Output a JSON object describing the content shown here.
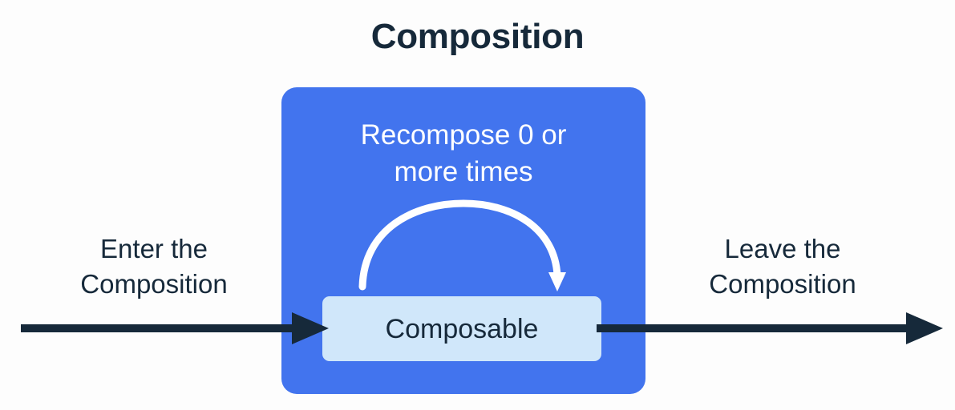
{
  "title": "Composition",
  "composition_box": {
    "caption_line1": "Recompose 0 or",
    "caption_line2": "more times",
    "caption_full": "Recompose 0 or more times",
    "fill_color": "#4274ee"
  },
  "composable_box": {
    "label": "Composable",
    "fill_color": "#d0e7fa",
    "text_color": "#16293a"
  },
  "recompose_arrow": {
    "icon": "curved-loop-arrow-icon",
    "color": "#ffffff",
    "direction": "left-to-right-arc-down"
  },
  "enter_flow": {
    "caption_line1": "Enter the",
    "caption_line2": "Composition",
    "caption_full": "Enter the Composition",
    "arrow_icon": "right-arrow-icon"
  },
  "leave_flow": {
    "caption_line1": "Leave the",
    "caption_line2": "Composition",
    "caption_full": "Leave the Composition",
    "arrow_icon": "right-arrow-icon"
  },
  "colors": {
    "background": "#fdfdfd",
    "accent_blue": "#4274ee",
    "light_blue": "#d0e7fa",
    "dark_navy": "#16293a",
    "white": "#ffffff"
  }
}
